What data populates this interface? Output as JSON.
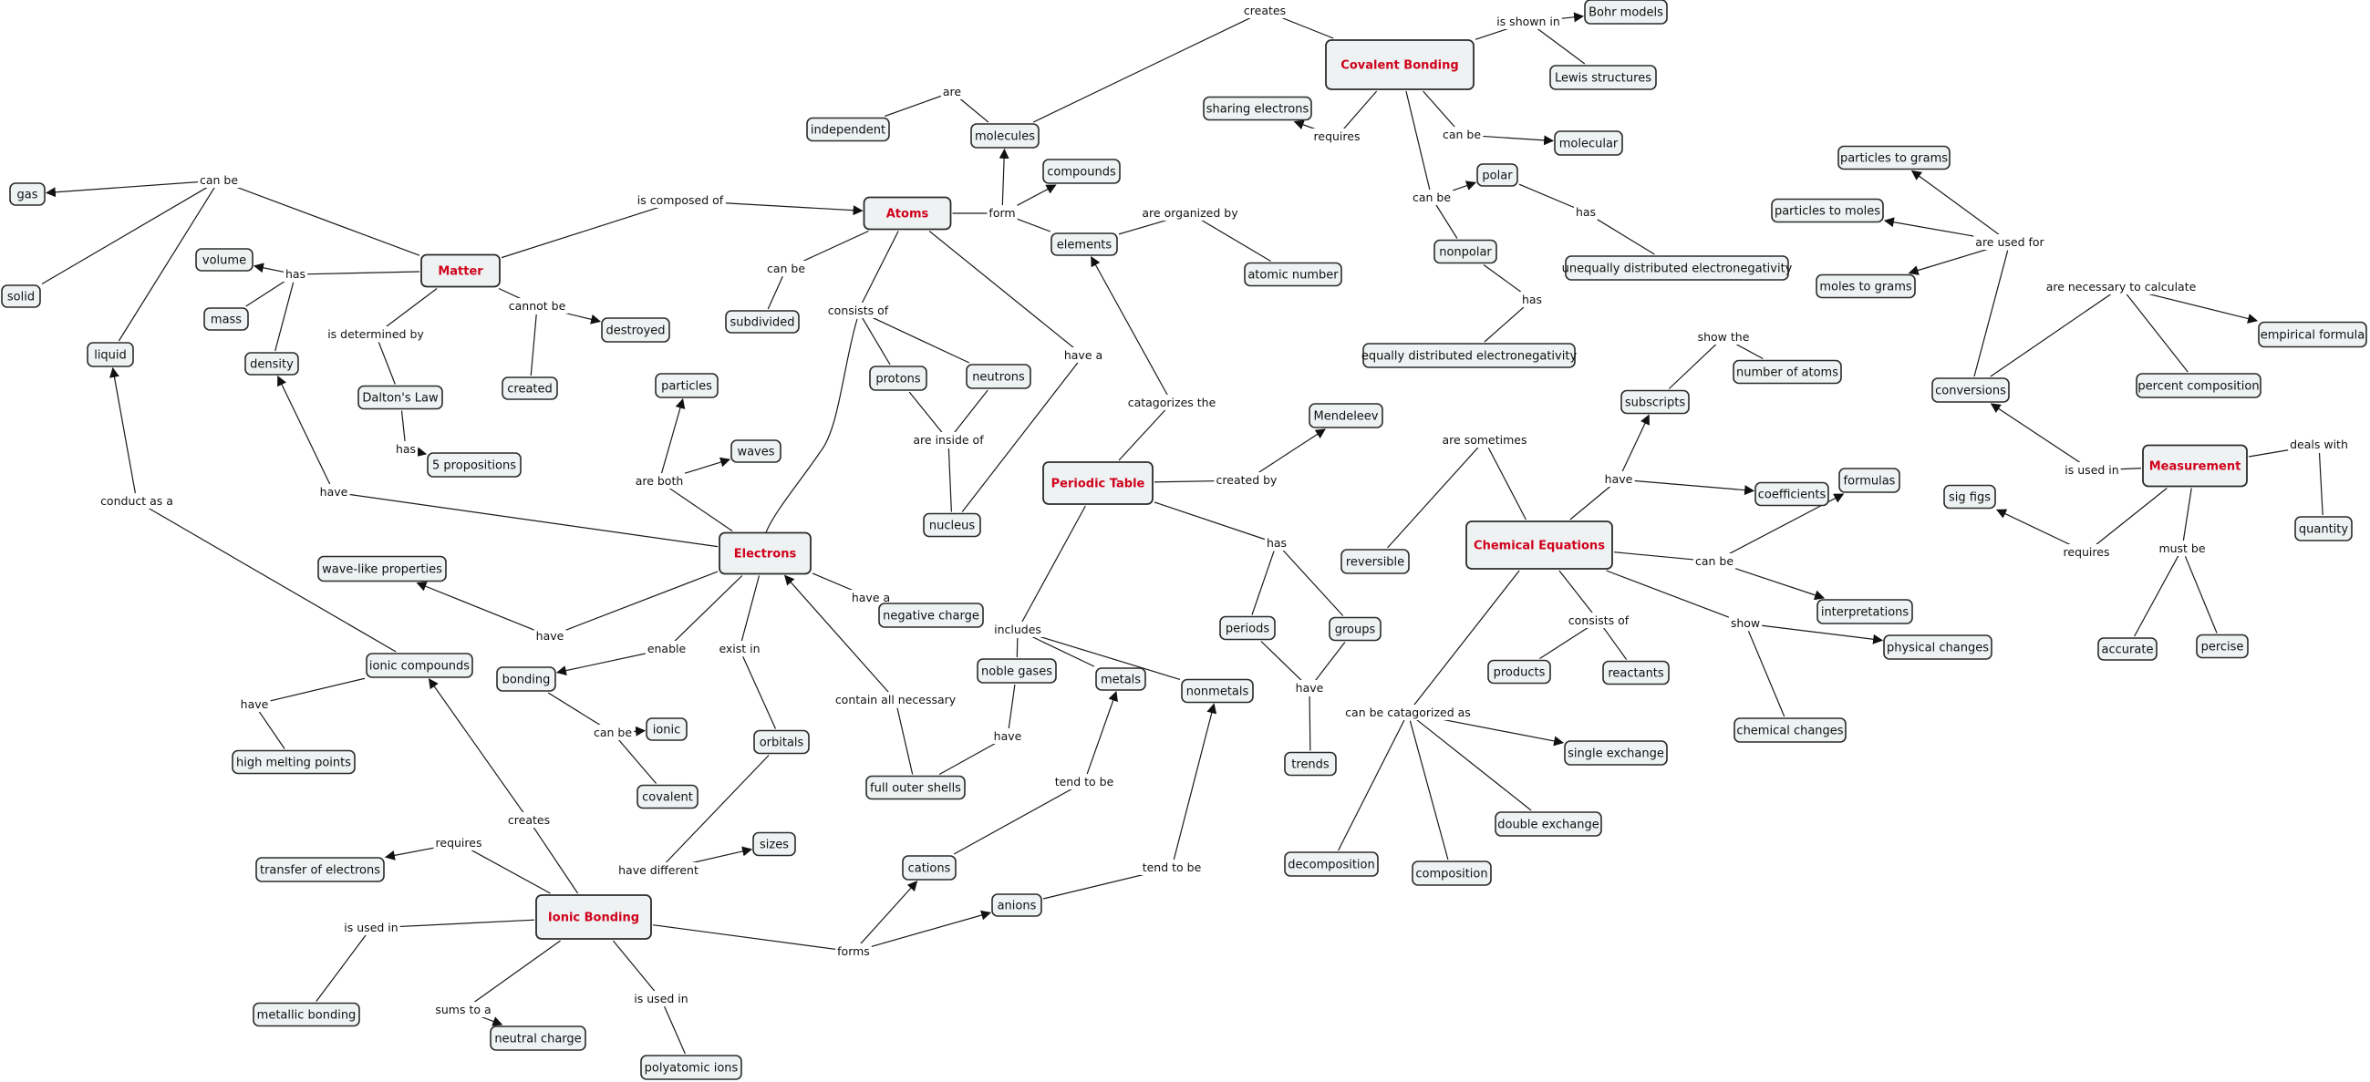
{
  "concept_map": {
    "concepts": {
      "matter": "Matter",
      "gas": "gas",
      "solid": "solid",
      "liquid": "liquid",
      "volume": "volume",
      "mass": "mass",
      "density": "density",
      "daltons_law": "Dalton's Law",
      "five_propositions": "5 propositions",
      "created": "created",
      "destroyed": "destroyed",
      "atoms": "Atoms",
      "subdivided": "subdivided",
      "independent": "independent",
      "molecules": "molecules",
      "compounds": "compounds",
      "elements": "elements",
      "atomic_number": "atomic number",
      "protons": "protons",
      "neutrons": "neutrons",
      "nucleus": "nucleus",
      "particles": "particles",
      "waves": "waves",
      "electrons": "Electrons",
      "wave_like": "wave-like properties",
      "negative_charge": "negative charge",
      "bonding": "bonding",
      "ionic": "ionic",
      "covalent": "covalent",
      "orbitals": "orbitals",
      "sizes": "sizes",
      "ionic_compounds": "ionic compounds",
      "high_melting_points": "high melting points",
      "ionic_bonding": "Ionic Bonding",
      "transfer_of_electrons": "transfer of electrons",
      "metallic_bonding": "metallic bonding",
      "neutral_charge": "neutral charge",
      "polyatomic_ions": "polyatomic ions",
      "full_outer_shells": "full outer shells",
      "cations": "cations",
      "anions": "anions",
      "periodic_table": "Periodic Table",
      "mendeleev": "Mendeleev",
      "noble_gases": "noble gases",
      "metals": "metals",
      "nonmetals": "nonmetals",
      "periods": "periods",
      "groups": "groups",
      "trends": "trends",
      "covalent_bonding": "Covalent Bonding",
      "bohr_models": "Bohr models",
      "lewis_structures": "Lewis structures",
      "sharing_electrons": "sharing electrons",
      "molecular": "molecular",
      "polar": "polar",
      "nonpolar": "nonpolar",
      "unequal_en": "unequally distributed electronegativity",
      "equal_en": "equally distributed electronegativity",
      "chemical_equations": "Chemical Equations",
      "reversible": "reversible",
      "subscripts": "subscripts",
      "number_of_atoms": "number of atoms",
      "coefficients": "coefficients",
      "formulas": "formulas",
      "interpretations": "interpretations",
      "products": "products",
      "reactants": "reactants",
      "physical_changes": "physical changes",
      "chemical_changes": "chemical changes",
      "single_exchange": "single exchange",
      "double_exchange": "double exchange",
      "decomposition": "decomposition",
      "composition": "composition",
      "measurement": "Measurement",
      "particles_to_grams": "particles to grams",
      "particles_to_moles": "particles to moles",
      "moles_to_grams": "moles to grams",
      "empirical_formula": "empirical formula",
      "percent_composition": "percent composition",
      "conversions": "conversions",
      "sig_figs": "sig figs",
      "accurate": "accurate",
      "percise": "percise",
      "quantity": "quantity"
    },
    "linking_phrases": {
      "can_be_matter": "can be",
      "has_matter": "has",
      "is_determined_by": "is determined by",
      "has_dalton": "has",
      "cannot_be": "cannot be",
      "is_composed_of": "is composed of",
      "can_be_atoms": "can be",
      "form": "form",
      "are": "are",
      "creates_cov": "creates",
      "are_organized_by": "are organized by",
      "consists_of_atoms": "consists of",
      "have_a_atoms": "have a",
      "are_inside_of": "are inside of",
      "are_both": "are both",
      "have_density": "have",
      "have_wave": "have",
      "have_a_electrons": "have a",
      "enable": "enable",
      "exist_in": "exist in",
      "contain_all_necessary": "contain all necessary",
      "can_be_bonding": "can be",
      "have_different": "have different",
      "conduct_as_a": "conduct as a",
      "have_ionic_compounds": "have",
      "creates_ionic": "creates",
      "requires_ionic": "requires",
      "is_used_in_metallic": "is used in",
      "sums_to_a": "sums to a",
      "is_used_in_poly": "is used in",
      "forms": "forms",
      "tend_to_be_metals": "tend to be",
      "tend_to_be_nonmetals": "tend to be",
      "catagorizes_the": "catagorizes the",
      "created_by": "created by",
      "includes": "includes",
      "has_periodic": "has",
      "have_full_shells": "have",
      "have_trends": "have",
      "is_shown_in": "is shown in",
      "requires_cov": "requires",
      "can_be_molecular": "can be",
      "can_be_polar": "can be",
      "has_polar": "has",
      "has_nonpolar": "has",
      "are_sometimes": "are sometimes",
      "have_chem": "have",
      "show_the": "show the",
      "can_be_chem": "can be",
      "consists_of_chem": "consists of",
      "show": "show",
      "can_be_catagorized_as": "can be catagorized as",
      "are_used_for": "are used for",
      "are_necessary_to_calculate": "are necessary to calculate",
      "is_used_in_meas": "is used in",
      "requires_meas": "requires",
      "must_be": "must be",
      "deals_with": "deals with"
    }
  }
}
